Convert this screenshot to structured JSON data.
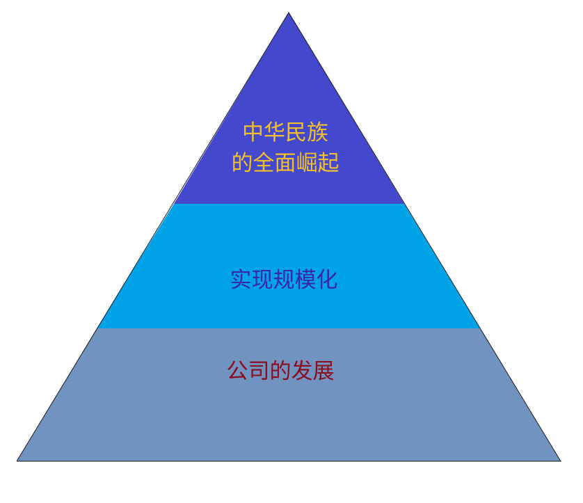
{
  "pyramid": {
    "tiers": [
      {
        "lines": [
          "中华民族",
          "的全面崛起"
        ],
        "fill": "#4348CC",
        "text_color": "#F2C028"
      },
      {
        "lines": [
          "实现规模化"
        ],
        "fill": "#00A3E8",
        "text_color": "#3A26A8"
      },
      {
        "lines": [
          "公司的发展"
        ],
        "fill": "#7093BF",
        "text_color": "#8C0D1E"
      }
    ],
    "outline_color": "#1A1A1A"
  }
}
